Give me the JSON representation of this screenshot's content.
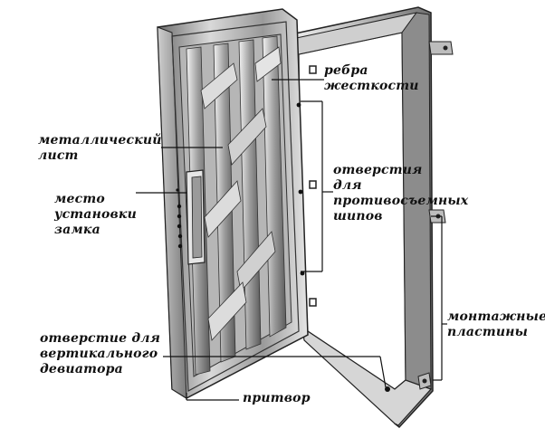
{
  "labels": {
    "stiffeners": {
      "line1": "ребра",
      "line2": "жесткости"
    },
    "metal_sheet": {
      "line1": "металлический",
      "line2": "лист"
    },
    "lock_place": {
      "line1": "место",
      "line2": "установки",
      "line3": "замка"
    },
    "anti_removal_holes": {
      "line1": "отверстия",
      "line2": "для",
      "line3": "противосъемных",
      "line4": "шипов"
    },
    "mounting_plates": {
      "line1": "монтажные",
      "line2": "пластины"
    },
    "deviator_hole": {
      "line1": "отверстие для",
      "line2": "вертикального",
      "line3": "девиатора"
    },
    "rebate": {
      "line1": "притвор"
    }
  },
  "colors": {
    "metal_light": "#e8e8e8",
    "metal_mid": "#a9a9a9",
    "metal_dark": "#4a4a4a",
    "outline": "#222222"
  }
}
